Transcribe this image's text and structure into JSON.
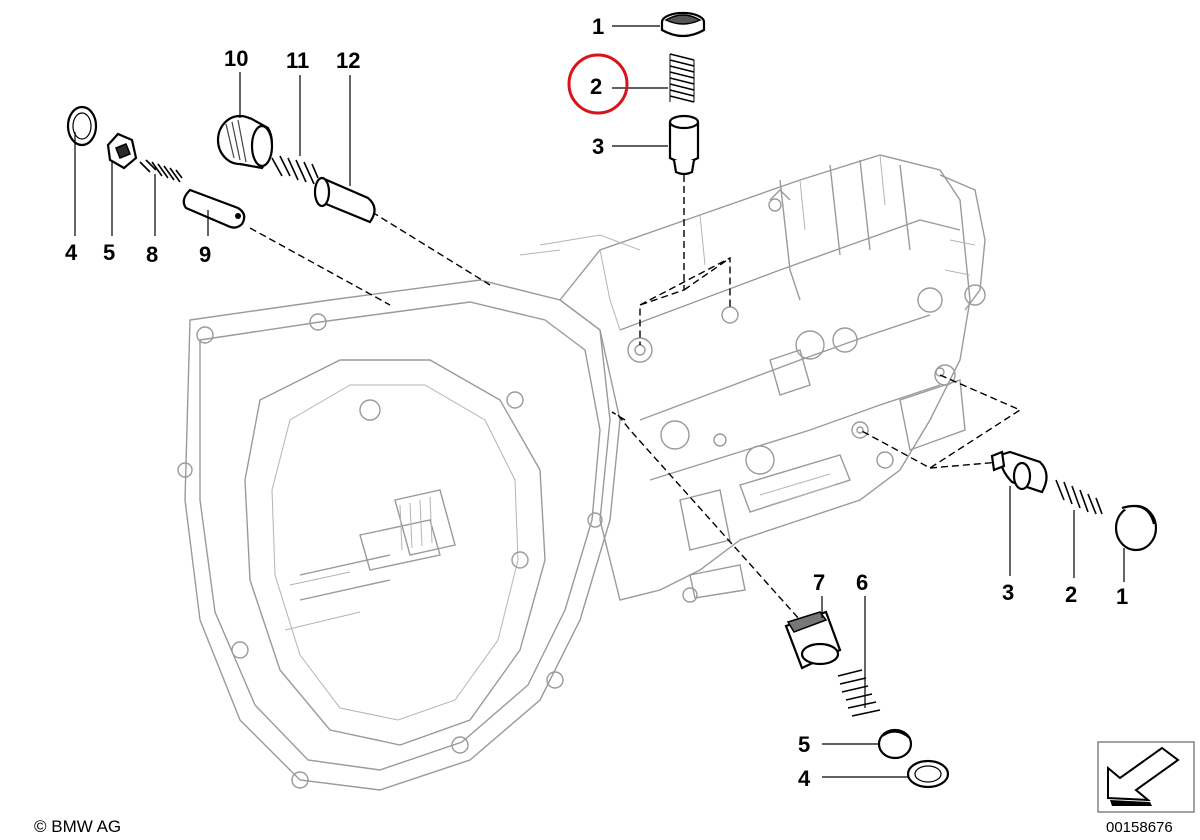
{
  "callouts": {
    "top_1": "1",
    "top_2": "2",
    "top_3": "3",
    "left_4": "4",
    "left_5": "5",
    "left_8": "8",
    "left_9": "9",
    "top_10": "10",
    "top_11": "11",
    "top_12": "12",
    "right_3": "3",
    "right_2": "2",
    "right_1": "1",
    "bottom_7": "7",
    "bottom_6": "6",
    "bottom_5": "5",
    "bottom_4": "4"
  },
  "highlight": {
    "part": "2",
    "color": "#d9131b"
  },
  "copyright": "© BMW AG",
  "document_number": "00158676"
}
